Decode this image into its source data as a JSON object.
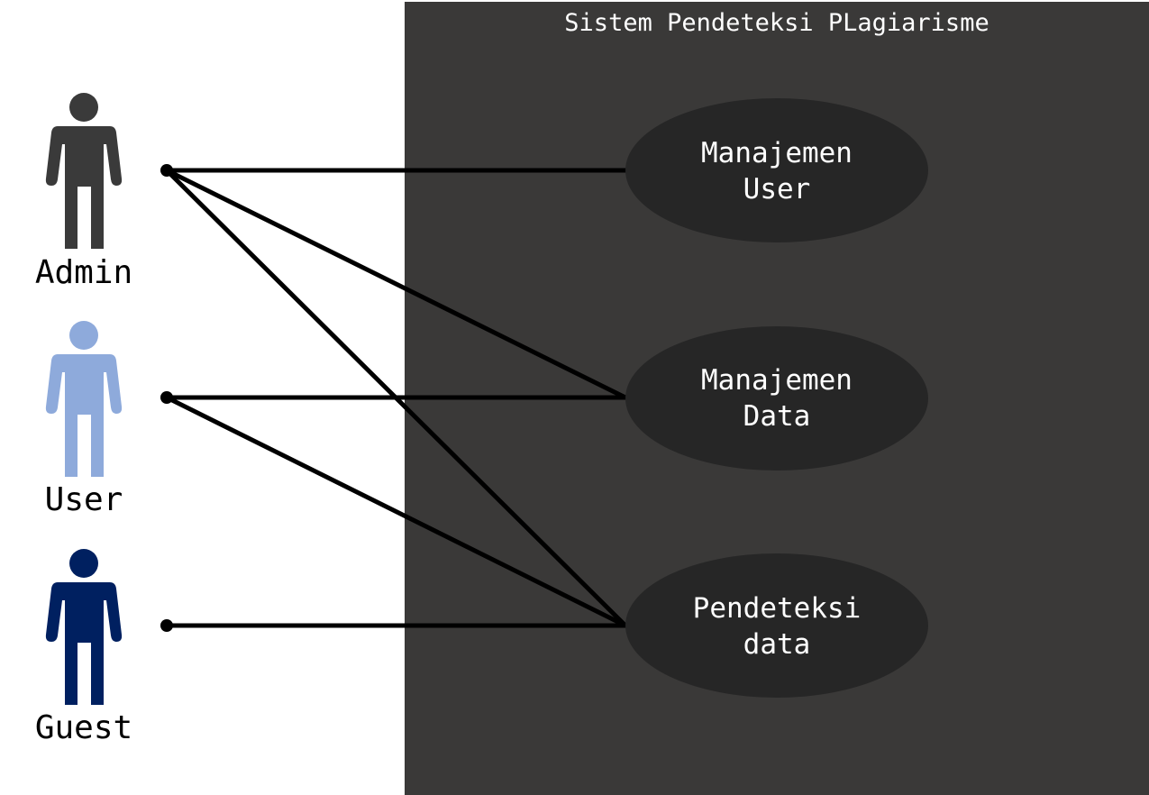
{
  "system": {
    "title": "Sistem Pendeteksi PLagiarisme"
  },
  "actors": [
    {
      "id": "admin",
      "label": "Admin",
      "icon": "person-icon",
      "color": "#3a3a3a"
    },
    {
      "id": "user",
      "label": "User",
      "icon": "person-icon",
      "color": "#8eaadb"
    },
    {
      "id": "guest",
      "label": "Guest",
      "icon": "person-icon",
      "color": "#002060"
    }
  ],
  "use_cases": [
    {
      "id": "manajemen-user",
      "lines": [
        "Manajemen",
        "User"
      ]
    },
    {
      "id": "manajemen-data",
      "lines": [
        "Manajemen",
        "Data"
      ]
    },
    {
      "id": "pendeteksi-data",
      "lines": [
        "Pendeteksi",
        "data"
      ]
    }
  ],
  "associations": [
    {
      "actor": "admin",
      "use_case": "manajemen-user"
    },
    {
      "actor": "admin",
      "use_case": "manajemen-data"
    },
    {
      "actor": "admin",
      "use_case": "pendeteksi-data"
    },
    {
      "actor": "user",
      "use_case": "manajemen-data"
    },
    {
      "actor": "user",
      "use_case": "pendeteksi-data"
    },
    {
      "actor": "guest",
      "use_case": "pendeteksi-data"
    }
  ],
  "colors": {
    "system_background": "#3a3938",
    "use_case_fill": "#262626",
    "line": "#000000",
    "system_text": "#ffffff"
  }
}
